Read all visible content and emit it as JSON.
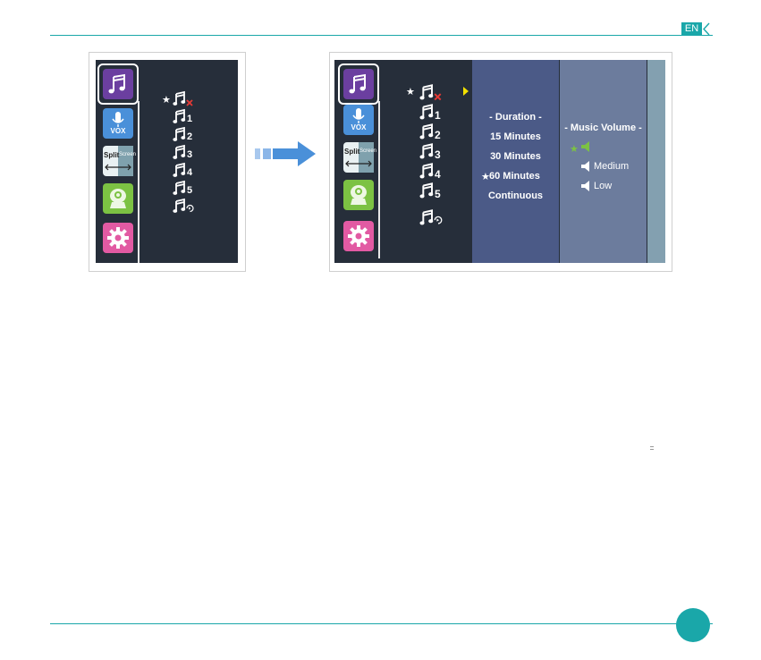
{
  "header": {
    "language_badge": "EN"
  },
  "left_screen": {
    "nav": [
      {
        "id": "music",
        "icon": "music-note-icon",
        "color": "#6b3fa0",
        "selected": true
      },
      {
        "id": "vox",
        "icon": "microphone-icon",
        "label": "VOX",
        "color": "#4a90d9"
      },
      {
        "id": "split",
        "icon": "split-screen-icon",
        "label_left": "Split",
        "label_right": "Screen",
        "color": "#7fa1ad"
      },
      {
        "id": "camera",
        "icon": "camera-icon",
        "color": "#7cc243"
      },
      {
        "id": "settings",
        "icon": "gear-icon",
        "color": "#e25aa3"
      }
    ],
    "music_options": [
      "x",
      "1",
      "2",
      "3",
      "4",
      "5",
      "loop"
    ],
    "starred_option": "x"
  },
  "right_screen": {
    "duration": {
      "title": "- Duration -",
      "options": [
        "15 Minutes",
        "30 Minutes",
        "60 Minutes",
        "Continuous"
      ],
      "starred": "60 Minutes"
    },
    "volume": {
      "title": "- Music Volume -",
      "options": [
        "Medium",
        "Low"
      ]
    }
  },
  "colors": {
    "accent": "#1aa7a9",
    "arrow": "#4a90d9",
    "pointer": "#f2e100",
    "highlight": "#7cc243"
  }
}
